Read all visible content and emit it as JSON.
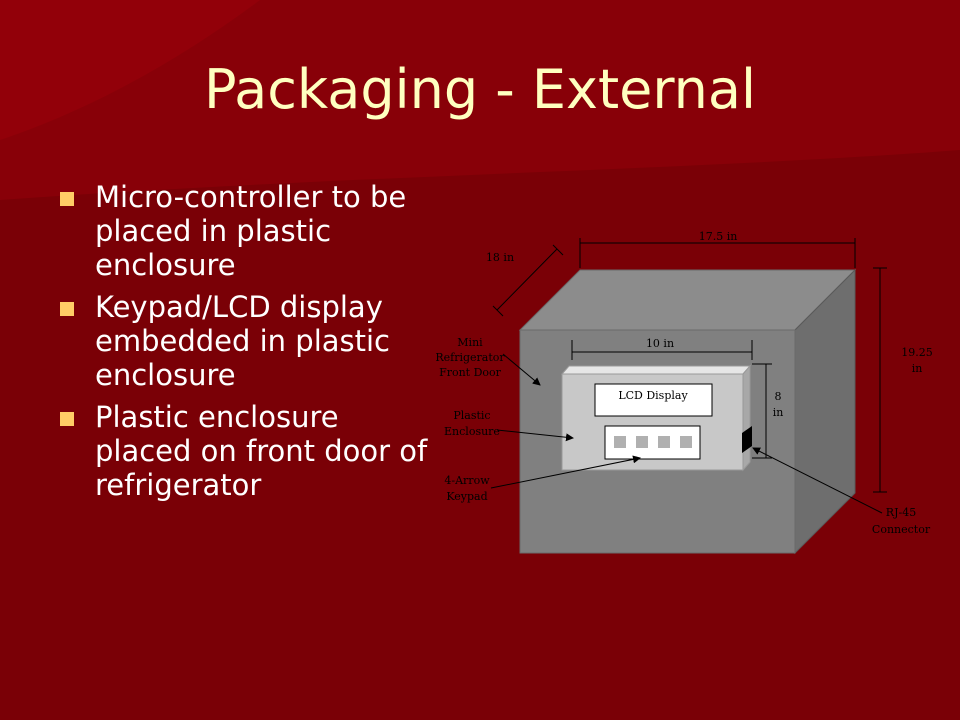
{
  "slide": {
    "title": "Packaging - External",
    "bullets": [
      "Micro-controller to be placed in plastic enclosure",
      "Keypad/LCD display embedded in plastic enclosure",
      "Plastic enclosure placed on front door of refrigerator"
    ]
  },
  "diagram": {
    "dim_width": "17.5 in",
    "dim_depth": "18 in",
    "dim_height_1": "19.25",
    "dim_height_2": "in",
    "dim_enclosure_width": "10 in",
    "dim_enclosure_height_1": "8",
    "dim_enclosure_height_2": "in",
    "label_door_1": "Mini",
    "label_door_2": "Refrigerator",
    "label_door_3": "Front Door",
    "label_enclosure_1": "Plastic",
    "label_enclosure_2": "Enclosure",
    "label_keypad_1": "4-Arrow",
    "label_keypad_2": "Keypad",
    "label_lcd": "LCD Display",
    "label_rj45_1": "RJ-45",
    "label_rj45_2": "Connector"
  },
  "colors": {
    "background": "#7a0006",
    "title": "#ffffc0",
    "bullet_square": "#ffcc66",
    "bullet_text": "#ffffff"
  }
}
